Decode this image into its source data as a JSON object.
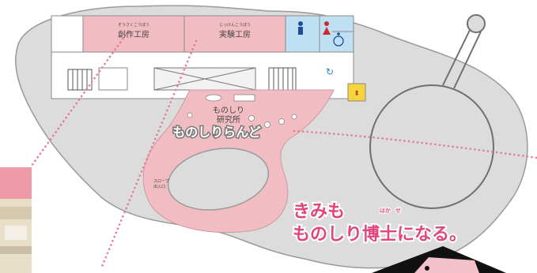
{
  "rooms": {
    "left": {
      "label": "創作工房",
      "ruby": "そうさくこうぼう"
    },
    "right": {
      "label": "実験工房",
      "ruby": "じっけんこうぼう"
    }
  },
  "zone": {
    "lab_line1": "ものしり",
    "lab_line2": "研究所",
    "name": "ものしりらんど"
  },
  "slope": {
    "line1": "スロープ",
    "line2": "出入口"
  },
  "slogan": {
    "line1": "きみも",
    "line2": "ものしり博士になる。",
    "ruby_haka": "はか",
    "ruby_se": "せ"
  },
  "icons": [
    "male-restroom-icon",
    "female-restroom-icon",
    "wheelchair-icon",
    "baby-changing-icon",
    "elevator-icon",
    "chair-icon",
    "table-icon",
    "stairs-icon"
  ],
  "colors": {
    "floor": "#dcdcdc",
    "pink": "#f1bdc2",
    "restroom": "#bfe0f2",
    "elevator": "#f6d43c",
    "slogan": "#e0467d",
    "dots": "#e57b95",
    "outline": "#9a9a9a"
  }
}
